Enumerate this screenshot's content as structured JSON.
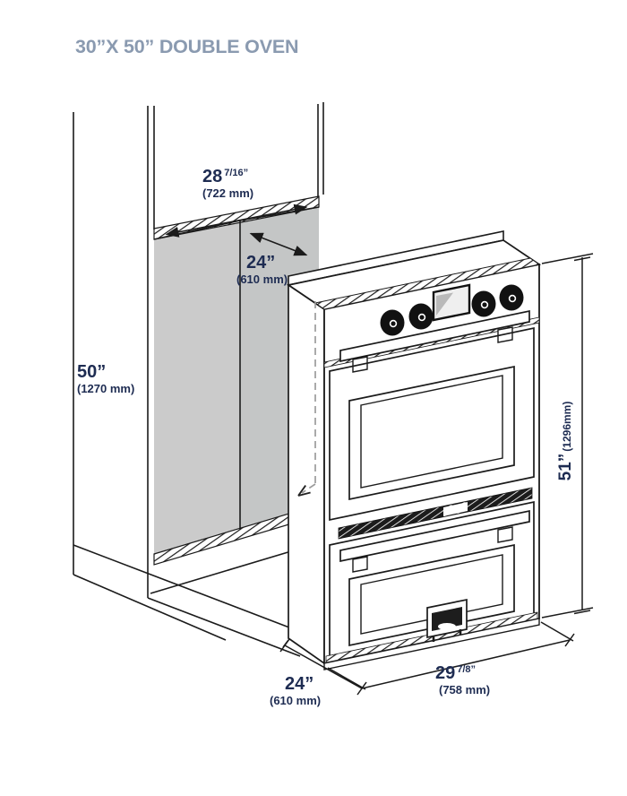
{
  "title": "30”X 50” DOUBLE OVEN",
  "colors": {
    "title_text": "#8a9ab0",
    "dimension_text": "#1e2c52",
    "line_art": "#1b1b1b",
    "niche_shading": "#cbcbcb"
  },
  "cabinet": {
    "height": {
      "value": "50”",
      "metric": "(1270 mm)"
    },
    "opening_width": {
      "value": "28",
      "fraction": "7/16”",
      "metric": "(722 mm)"
    },
    "opening_depth": {
      "value": "24”",
      "metric": "(610 mm)"
    }
  },
  "oven": {
    "height": {
      "value": "51”",
      "metric": "(1296mm)"
    },
    "depth": {
      "value": "24”",
      "metric": "(610 mm)"
    },
    "width": {
      "value": "29",
      "fraction": "7/8”",
      "metric": "(758 mm)"
    }
  }
}
